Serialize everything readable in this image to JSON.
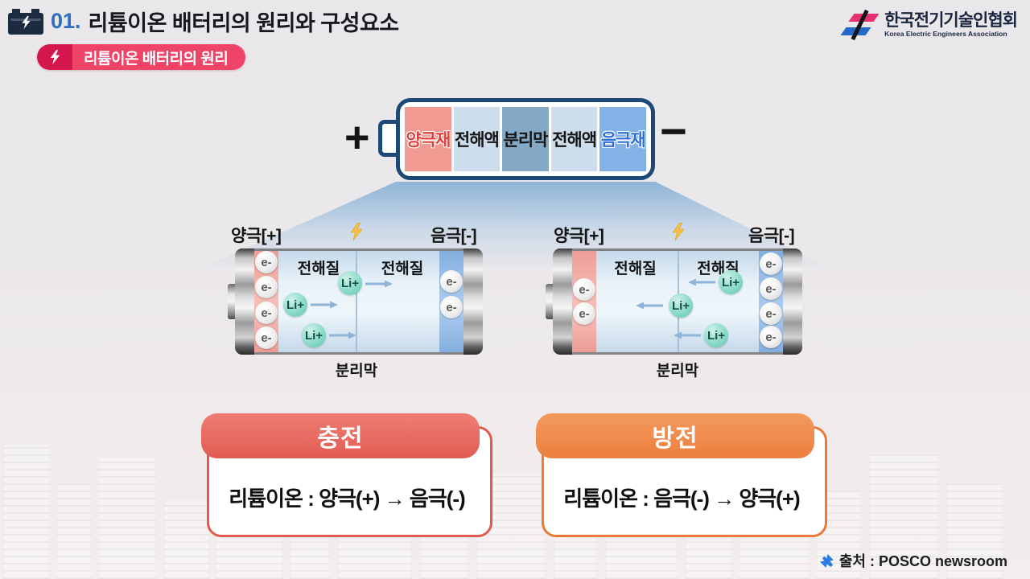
{
  "header": {
    "number": "01.",
    "title": "리튬이온 배터리의 원리와 구성요소",
    "badge": {
      "label": "리튬이온 배터리의 원리"
    }
  },
  "logo": {
    "name_kr": "한국전기기술인협회",
    "name_en": "Korea Electric Engineers Association"
  },
  "overview_battery": {
    "positive_terminal": "+",
    "negative_terminal": "−",
    "segments": [
      {
        "label": "양극재"
      },
      {
        "label": "전해액"
      },
      {
        "label": "분리막"
      },
      {
        "label": "전해액"
      },
      {
        "label": "음극재"
      }
    ]
  },
  "diagrams": {
    "charge": {
      "positive_label": "양극[+]",
      "negative_label": "음극[-]",
      "electrolyte_label_left": "전해질",
      "electrolyte_label_right": "전해질",
      "separator_label": "분리막",
      "ion_label": "Li+",
      "electron_label": "e-",
      "ion_flow": "positive-to-negative"
    },
    "discharge": {
      "positive_label": "양극[+]",
      "negative_label": "음극[-]",
      "electrolyte_label_left": "전해질",
      "electrolyte_label_right": "전해질",
      "separator_label": "분리막",
      "ion_label": "Li+",
      "electron_label": "e-",
      "ion_flow": "negative-to-positive"
    }
  },
  "cards": {
    "charge": {
      "title": "충전",
      "body": "리튬이온 : 양극(+) → 음극(-)"
    },
    "discharge": {
      "title": "방전",
      "body": "리튬이온 : 음극(-) → 양극(+)"
    }
  },
  "source": {
    "label": "출처 : POSCO newsroom"
  },
  "colors": {
    "badge_bg": "#ee4468",
    "badge_icon_bg": "#d6174d",
    "header_number": "#2e6fc0",
    "battery_border": "#1d4976",
    "segment_cathode": "#f09a92",
    "segment_electrolyte": "#cdddec",
    "segment_separator": "#84a9c6",
    "segment_anode": "#82b2e6",
    "electrode_positive": "#f2aba4",
    "electrode_negative": "#9cc0ec",
    "lithium_ion": "#86d8c6",
    "bolt": "#f6c244",
    "charge_card": "#e25c52",
    "discharge_card": "#ec7f3e",
    "logo_pink": "#e8316e",
    "logo_blue": "#2468c8"
  }
}
